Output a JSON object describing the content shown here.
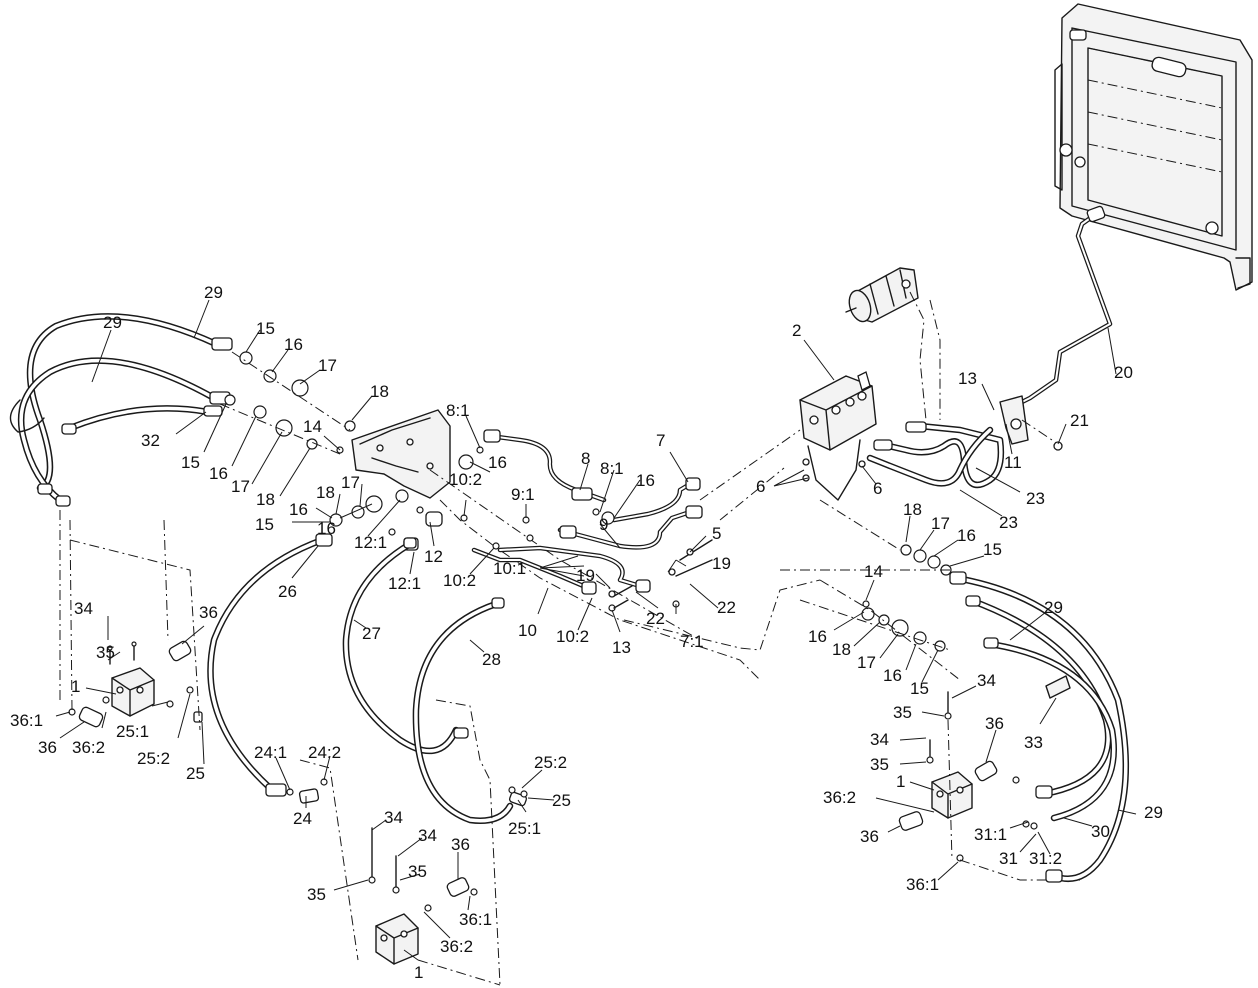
{
  "diagram": {
    "style": {
      "line_color": "#1a1a1a",
      "background": "#ffffff"
    },
    "callouts": [
      "29",
      "29",
      "15",
      "16",
      "17",
      "18",
      "32",
      "15",
      "16",
      "17",
      "18",
      "14",
      "18",
      "17",
      "16",
      "15",
      "16",
      "12:1",
      "12",
      "12:1",
      "26",
      "27",
      "28",
      "8:1",
      "16",
      "10:2",
      "9:1",
      "10:2",
      "10:1",
      "10",
      "10:2",
      "13",
      "8",
      "8:1",
      "16",
      "9",
      "7",
      "5",
      "19",
      "19",
      "22",
      "22",
      "7:1",
      "2",
      "6",
      "6",
      "13",
      "11",
      "21",
      "20",
      "23",
      "23",
      "18",
      "17",
      "16",
      "15",
      "14",
      "16",
      "18",
      "17",
      "16",
      "15",
      "29",
      "34",
      "35",
      "33",
      "34",
      "35",
      "36",
      "1",
      "36:2",
      "36",
      "31:1",
      "31",
      "31:2",
      "30",
      "29",
      "36:1",
      "34",
      "35",
      "36",
      "1",
      "36:1",
      "36",
      "36:2",
      "25:1",
      "25:2",
      "25",
      "24:1",
      "24:2",
      "24",
      "25:2",
      "25",
      "25:1",
      "34",
      "34",
      "36",
      "35",
      "35",
      "36:1",
      "36:2",
      "1"
    ]
  }
}
